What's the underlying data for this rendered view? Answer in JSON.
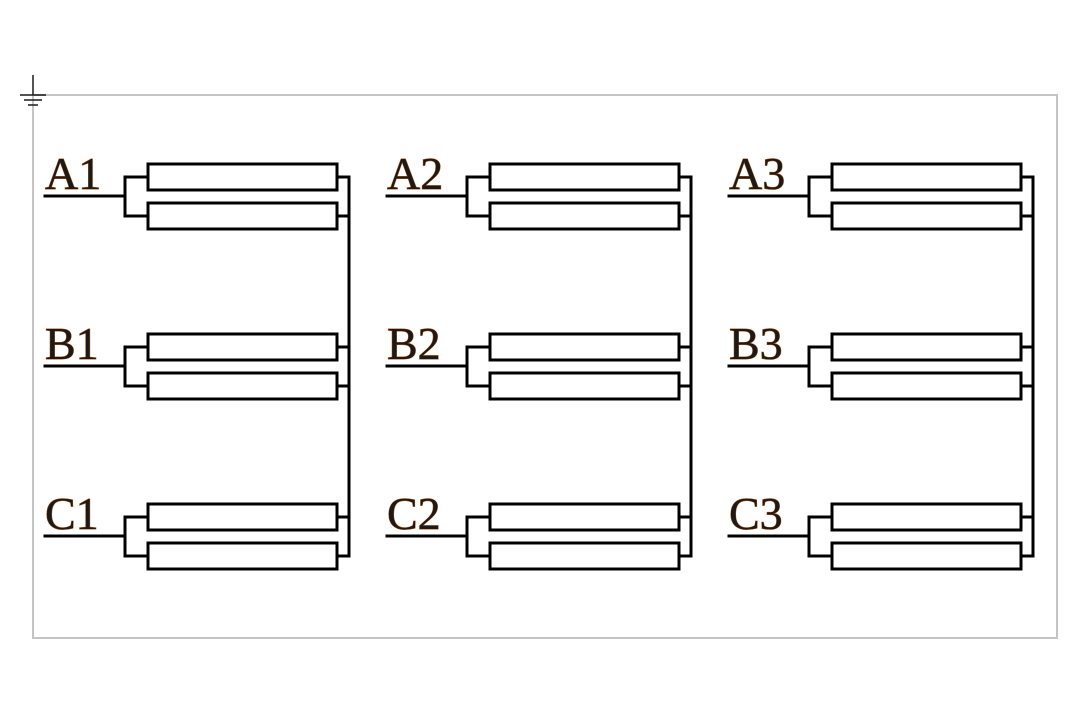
{
  "groups": [
    {
      "phases": [
        {
          "label": "A1"
        },
        {
          "label": "B1"
        },
        {
          "label": "C1"
        }
      ]
    },
    {
      "phases": [
        {
          "label": "A2"
        },
        {
          "label": "B2"
        },
        {
          "label": "C2"
        }
      ]
    },
    {
      "phases": [
        {
          "label": "A3"
        },
        {
          "label": "B3"
        },
        {
          "label": "C3"
        }
      ]
    }
  ],
  "elements_per_phase": 2,
  "icons": {
    "ground": "ground-symbol-icon"
  }
}
